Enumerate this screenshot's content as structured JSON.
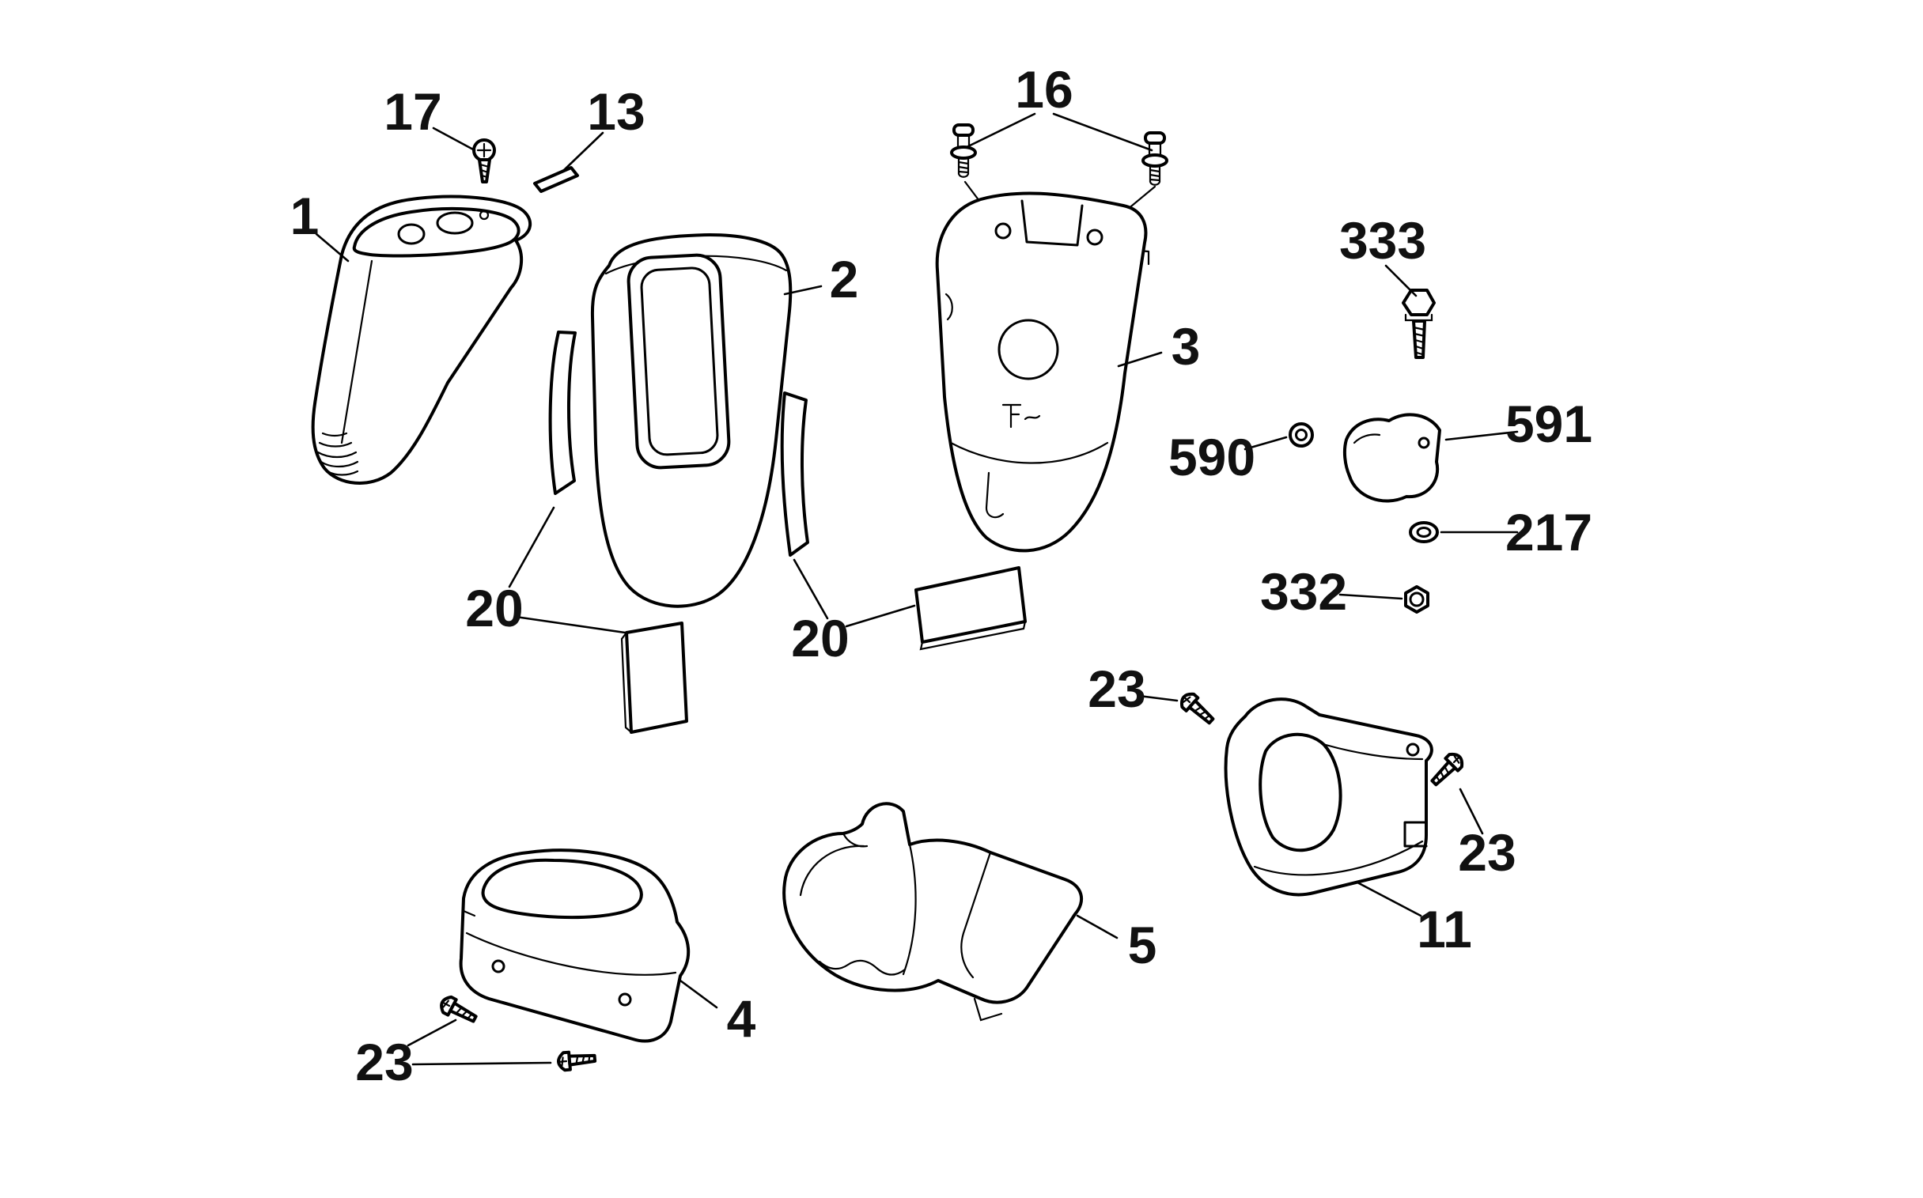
{
  "colors": {
    "background": "#ffffff",
    "line": "#000000",
    "label": "#111111"
  },
  "callouts": {
    "c1": "1",
    "c2": "2",
    "c3": "3",
    "c4": "4",
    "c5": "5",
    "c11": "11",
    "c13": "13",
    "c16": "16",
    "c17": "17",
    "c20a": "20",
    "c20b": "20",
    "c23a": "23",
    "c23b": "23",
    "c23c": "23",
    "c217": "217",
    "c332": "332",
    "c333": "333",
    "c590": "590",
    "c591": "591"
  }
}
